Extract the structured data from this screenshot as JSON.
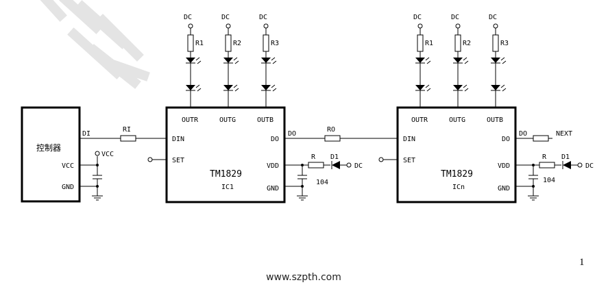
{
  "controller": {
    "label": "控制器",
    "pin_vcc": "VCC",
    "pin_gnd": "GND",
    "vcc_supply": "VCC"
  },
  "ic1": {
    "part": "TM1829",
    "name": "IC1",
    "pins": {
      "outr": "OUTR",
      "outg": "OUTG",
      "outb": "OUTB",
      "din": "DIN",
      "set": "SET",
      "do": "DO",
      "vdd": "VDD",
      "gnd": "GND"
    }
  },
  "icn": {
    "part": "TM1829",
    "name": "ICn",
    "pins": {
      "outr": "OUTR",
      "outg": "OUTG",
      "outb": "OUTB",
      "din": "DIN",
      "set": "SET",
      "do": "DO",
      "vdd": "VDD",
      "gnd": "GND"
    }
  },
  "nets": {
    "di": "DI",
    "do": "DO",
    "next": "NEXT",
    "dc": "DC"
  },
  "resistors": {
    "r1": "R1",
    "r2": "R2",
    "r3": "R3",
    "ri": "RI",
    "ro": "RO",
    "r": "R"
  },
  "diode": "D1",
  "capacitor": "104",
  "footer": {
    "page_number": "1",
    "url": "www.szpth.com"
  }
}
